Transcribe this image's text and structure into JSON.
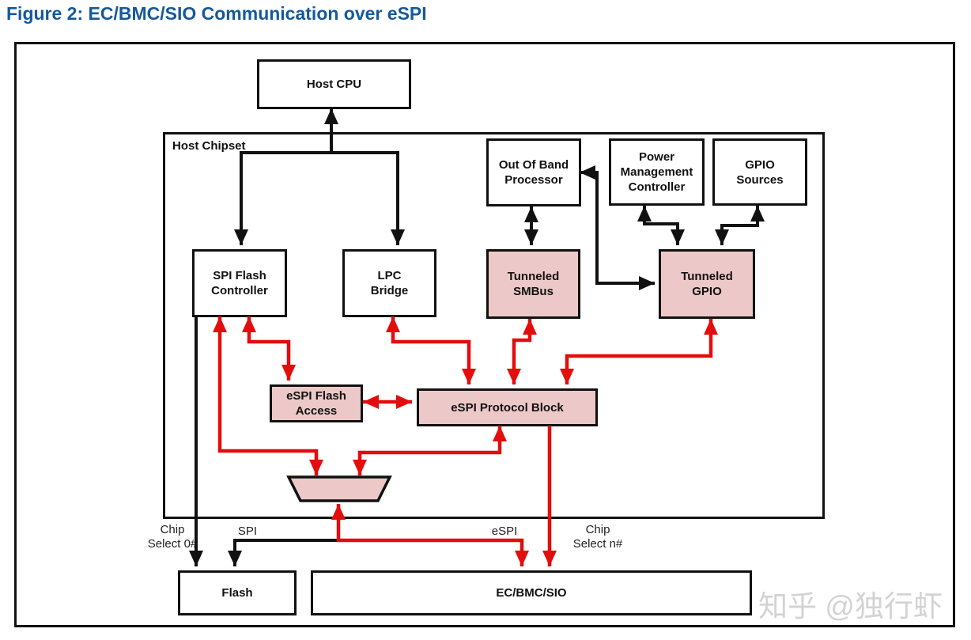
{
  "figure": {
    "title": "Figure 2: EC/BMC/SIO Communication over eSPI",
    "watermark": "知乎 @独行虾"
  },
  "diagram": {
    "container_label": "Host Chipset",
    "blocks": {
      "host_cpu": "Host CPU",
      "out_of_band_processor": "Out Of Band\nProcessor",
      "power_management_controller": "Power\nManagement\nController",
      "gpio_sources": "GPIO\nSources",
      "spi_flash_controller": "SPI Flash\nController",
      "lpc_bridge": "LPC\nBridge",
      "tunneled_smbus": "Tunneled\nSMBus",
      "tunneled_gpio": "Tunneled\nGPIO",
      "espi_flash_access": "eSPI Flash\nAccess",
      "espi_protocol_block": "eSPI Protocol Block",
      "flash": "Flash",
      "ec_bmc_sio": "EC/BMC/SIO"
    },
    "bus_labels": {
      "chip_select_0": "Chip\nSelect 0#",
      "spi": "SPI",
      "espi": "eSPI",
      "chip_select_n": "Chip\nSelect n#"
    },
    "colors": {
      "title_blue": "#15599c",
      "block_pink": "#ecc9c8",
      "wire_red": "#e30d0d",
      "wire_black": "#111111",
      "watermark_gray": "#d3d3d3"
    }
  }
}
